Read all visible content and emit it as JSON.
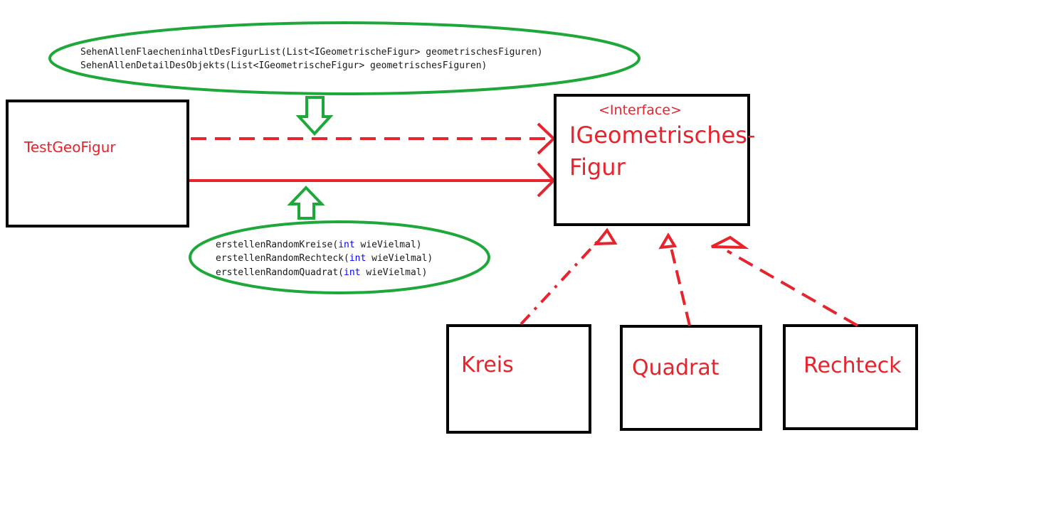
{
  "colors": {
    "red": "#e8232b",
    "green": "#1fa83a",
    "black": "#000000",
    "keyword": "#0000ff"
  },
  "boxes": {
    "test": {
      "label": "TestGeoFigur"
    },
    "interface": {
      "stereotype": "<Interface>",
      "line1": "IGeometrisches-",
      "line2": "Figur"
    },
    "kreis": {
      "label": "Kreis"
    },
    "quadrat": {
      "label": "Quadrat"
    },
    "rechteck": {
      "label": "Rechteck"
    }
  },
  "top_note": {
    "line1": "SehenAllenFlaecheninhaltDesFigurList(List<IGeometrischeFigur> geometrischesFiguren)",
    "line2": "SehenAllenDetailDesObjekts(List<IGeometrischeFigur> geometrischesFiguren)"
  },
  "bottom_note": {
    "keyword": "int",
    "lines": [
      {
        "prefix": "erstellenRandomKreise(",
        "suffix": " wieVielmal)"
      },
      {
        "prefix": "erstellenRandomRechteck(",
        "suffix": " wieVielmal)"
      },
      {
        "prefix": "erstellenRandomQuadrat(",
        "suffix": " wieVielmal)"
      }
    ]
  }
}
